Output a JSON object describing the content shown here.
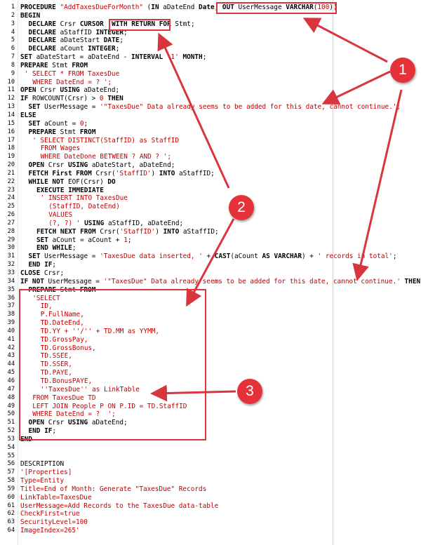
{
  "editor": {
    "lines": [
      {
        "n": "1",
        "i": 0,
        "t": [
          [
            "kw",
            "PROCEDURE"
          ],
          [
            "pl",
            " "
          ],
          [
            "str",
            "\"AddTaxesDueForMonth\""
          ],
          [
            "pl",
            " ("
          ],
          [
            "kw",
            "IN"
          ],
          [
            "pl",
            " aDateEnd "
          ],
          [
            "kw",
            "Date"
          ],
          [
            "pl",
            ", "
          ],
          [
            "kw",
            "OUT"
          ],
          [
            "pl",
            " UserMessage "
          ],
          [
            "kw",
            "VARCHAR"
          ],
          [
            "pl",
            "("
          ],
          [
            "num",
            "100"
          ],
          [
            "pl",
            "))"
          ]
        ]
      },
      {
        "n": "2",
        "i": 0,
        "t": [
          [
            "kw",
            "BEGIN"
          ]
        ]
      },
      {
        "n": "3",
        "i": 1,
        "t": [
          [
            "kw",
            "DECLARE"
          ],
          [
            "pl",
            " Crsr "
          ],
          [
            "kw",
            "CURSOR"
          ],
          [
            "pl",
            "  "
          ],
          [
            "kw",
            "WITH RETURN FOR"
          ],
          [
            "pl",
            " Stmt;"
          ]
        ]
      },
      {
        "n": "4",
        "i": 1,
        "t": [
          [
            "kw",
            "DECLARE"
          ],
          [
            "pl",
            " aStaffID "
          ],
          [
            "kw",
            "INTEGER"
          ],
          [
            "pl",
            ";"
          ]
        ]
      },
      {
        "n": "5",
        "i": 1,
        "t": [
          [
            "kw",
            "DECLARE"
          ],
          [
            "pl",
            " aDateStart "
          ],
          [
            "kw",
            "DATE"
          ],
          [
            "pl",
            ";"
          ]
        ]
      },
      {
        "n": "6",
        "i": 1,
        "t": [
          [
            "kw",
            "DECLARE"
          ],
          [
            "pl",
            " aCount "
          ],
          [
            "kw",
            "INTEGER"
          ],
          [
            "pl",
            ";"
          ]
        ]
      },
      {
        "n": "7",
        "i": 0,
        "t": [
          [
            "kw",
            "SET"
          ],
          [
            "pl",
            " aDateStart = aDateEnd - "
          ],
          [
            "kw",
            "INTERVAL"
          ],
          [
            "pl",
            " "
          ],
          [
            "str",
            "'1'"
          ],
          [
            "pl",
            " "
          ],
          [
            "kw",
            "MONTH"
          ],
          [
            "pl",
            ";"
          ]
        ]
      },
      {
        "n": "8",
        "i": 0,
        "t": [
          [
            "kw",
            "PREPARE"
          ],
          [
            "pl",
            " Stmt "
          ],
          [
            "kw",
            "FROM"
          ]
        ]
      },
      {
        "n": "9",
        "i": 0.5,
        "t": [
          [
            "str",
            "' SELECT * FROM TaxesDue"
          ]
        ]
      },
      {
        "n": "10",
        "i": 1.5,
        "t": [
          [
            "str",
            "WHERE DateEnd = ? ';"
          ]
        ]
      },
      {
        "n": "11",
        "i": 0,
        "t": [
          [
            "kw",
            "OPEN"
          ],
          [
            "pl",
            " Crsr "
          ],
          [
            "kw",
            "USING"
          ],
          [
            "pl",
            " aDateEnd;"
          ]
        ]
      },
      {
        "n": "12",
        "i": 0,
        "t": [
          [
            "kw",
            "IF"
          ],
          [
            "pl",
            " ROWCOUNT(Crsr) > "
          ],
          [
            "num",
            "0"
          ],
          [
            "pl",
            " "
          ],
          [
            "kw",
            "THEN"
          ]
        ]
      },
      {
        "n": "13",
        "i": 1,
        "t": [
          [
            "kw",
            "SET"
          ],
          [
            "pl",
            " UserMessage = "
          ],
          [
            "str",
            "'\"TaxesDue\" Data already seems to be added for this date, cannot continue.';"
          ]
        ]
      },
      {
        "n": "14",
        "i": 0,
        "t": [
          [
            "kw",
            "ELSE"
          ]
        ]
      },
      {
        "n": "15",
        "i": 1,
        "t": [
          [
            "kw",
            "SET"
          ],
          [
            "pl",
            " aCount = "
          ],
          [
            "num",
            "0"
          ],
          [
            "pl",
            ";"
          ]
        ]
      },
      {
        "n": "16",
        "i": 1,
        "t": [
          [
            "kw",
            "PREPARE"
          ],
          [
            "pl",
            " Stmt "
          ],
          [
            "kw",
            "FROM"
          ]
        ]
      },
      {
        "n": "17",
        "i": 1.5,
        "t": [
          [
            "str",
            "' SELECT DISTINCT(StaffID) as StaffID"
          ]
        ]
      },
      {
        "n": "18",
        "i": 2.5,
        "t": [
          [
            "str",
            "FROM Wages"
          ]
        ]
      },
      {
        "n": "19",
        "i": 2.5,
        "t": [
          [
            "str",
            "WHERE DateDone BETWEEN ? AND ? ';"
          ]
        ]
      },
      {
        "n": "20",
        "i": 1,
        "t": [
          [
            "kw",
            "OPEN"
          ],
          [
            "pl",
            " Crsr "
          ],
          [
            "kw",
            "USING"
          ],
          [
            "pl",
            " aDateStart, aDateEnd;"
          ]
        ]
      },
      {
        "n": "21",
        "i": 1,
        "t": [
          [
            "kw",
            "FETCH First FROM"
          ],
          [
            "pl",
            " Crsr("
          ],
          [
            "str",
            "'StaffID'"
          ],
          [
            "pl",
            ") "
          ],
          [
            "kw",
            "INTO"
          ],
          [
            "pl",
            " aStaffID;"
          ]
        ]
      },
      {
        "n": "22",
        "i": 1,
        "t": [
          [
            "kw",
            "WHILE NOT"
          ],
          [
            "pl",
            " EOF(Crsr) "
          ],
          [
            "kw",
            "DO"
          ]
        ]
      },
      {
        "n": "23",
        "i": 2,
        "t": [
          [
            "kw",
            "EXECUTE IMMEDIATE"
          ]
        ]
      },
      {
        "n": "24",
        "i": 2.5,
        "t": [
          [
            "str",
            "' INSERT INTO TaxesDue"
          ]
        ]
      },
      {
        "n": "25",
        "i": 3.5,
        "t": [
          [
            "str",
            "(StaffID, DateEnd)"
          ]
        ]
      },
      {
        "n": "26",
        "i": 3.5,
        "t": [
          [
            "str",
            "VALUES"
          ]
        ]
      },
      {
        "n": "27",
        "i": 3.5,
        "t": [
          [
            "str",
            "(?, ?) '"
          ],
          [
            "pl",
            " "
          ],
          [
            "kw",
            "USING"
          ],
          [
            "pl",
            " aStaffID, aDateEnd;"
          ]
        ]
      },
      {
        "n": "28",
        "i": 2,
        "t": [
          [
            "kw",
            "FETCH NEXT FROM"
          ],
          [
            "pl",
            " Crsr("
          ],
          [
            "str",
            "'StaffID'"
          ],
          [
            "pl",
            ") "
          ],
          [
            "kw",
            "INTO"
          ],
          [
            "pl",
            " aStaffID;"
          ]
        ]
      },
      {
        "n": "29",
        "i": 2,
        "t": [
          [
            "kw",
            "SET"
          ],
          [
            "pl",
            " aCount = aCount + "
          ],
          [
            "num",
            "1"
          ],
          [
            "pl",
            ";"
          ]
        ]
      },
      {
        "n": "30",
        "i": 2,
        "t": [
          [
            "kw",
            "END WHILE"
          ],
          [
            "pl",
            ";"
          ]
        ]
      },
      {
        "n": "31",
        "i": 1,
        "t": [
          [
            "kw",
            "SET"
          ],
          [
            "pl",
            " UserMessage = "
          ],
          [
            "str",
            "'TaxesDue data inserted, '"
          ],
          [
            "pl",
            " + "
          ],
          [
            "kw",
            "CAST"
          ],
          [
            "pl",
            "(aCount "
          ],
          [
            "kw",
            "AS VARCHAR"
          ],
          [
            "pl",
            ") + "
          ],
          [
            "str",
            "' records in total'"
          ],
          [
            "pl",
            ";"
          ]
        ]
      },
      {
        "n": "32",
        "i": 1,
        "t": [
          [
            "kw",
            "END IF"
          ],
          [
            "pl",
            ";"
          ]
        ]
      },
      {
        "n": "33",
        "i": 0,
        "t": [
          [
            "kw",
            "CLOSE"
          ],
          [
            "pl",
            " Crsr;"
          ]
        ]
      },
      {
        "n": "34",
        "i": 0,
        "t": [
          [
            "kw",
            "IF NOT"
          ],
          [
            "pl",
            " UserMessage = "
          ],
          [
            "str",
            "'\"TaxesDue\" Data already seems to be added for this date, cannot continue.'"
          ],
          [
            "pl",
            " "
          ],
          [
            "kw",
            "THEN"
          ]
        ]
      },
      {
        "n": "35",
        "i": 1,
        "t": [
          [
            "kw",
            "PREPARE"
          ],
          [
            "pl",
            " Stmt "
          ],
          [
            "kw",
            "FROM"
          ]
        ]
      },
      {
        "n": "36",
        "i": 1.5,
        "t": [
          [
            "str",
            "'SELECT"
          ]
        ]
      },
      {
        "n": "37",
        "i": 2.5,
        "t": [
          [
            "str",
            "ID,"
          ]
        ]
      },
      {
        "n": "38",
        "i": 2.5,
        "t": [
          [
            "str",
            "P.FullName,"
          ]
        ]
      },
      {
        "n": "39",
        "i": 2.5,
        "t": [
          [
            "str",
            "TD.DateEnd,"
          ]
        ]
      },
      {
        "n": "40",
        "i": 2.5,
        "t": [
          [
            "str",
            "TD.YY + ''/'' + TD.MM as YYMM,"
          ]
        ]
      },
      {
        "n": "41",
        "i": 2.5,
        "t": [
          [
            "str",
            "TD.GrossPay,"
          ]
        ]
      },
      {
        "n": "42",
        "i": 2.5,
        "t": [
          [
            "str",
            "TD.GrossBonus,"
          ]
        ]
      },
      {
        "n": "43",
        "i": 2.5,
        "t": [
          [
            "str",
            "TD.SSEE,"
          ]
        ]
      },
      {
        "n": "44",
        "i": 2.5,
        "t": [
          [
            "str",
            "TD.SSER,"
          ]
        ]
      },
      {
        "n": "45",
        "i": 2.5,
        "t": [
          [
            "str",
            "TD.PAYE,"
          ]
        ]
      },
      {
        "n": "46",
        "i": 2.5,
        "t": [
          [
            "str",
            "TD.BonusPAYE,"
          ]
        ]
      },
      {
        "n": "47",
        "i": 2.5,
        "t": [
          [
            "str",
            "''TaxesDue'' as LinkTable"
          ]
        ]
      },
      {
        "n": "48",
        "i": 1.5,
        "t": [
          [
            "str",
            "FROM TaxesDue TD"
          ]
        ]
      },
      {
        "n": "49",
        "i": 1.5,
        "t": [
          [
            "str",
            "LEFT JOIN People P ON P.ID = TD.StaffID"
          ]
        ]
      },
      {
        "n": "50",
        "i": 1.5,
        "t": [
          [
            "str",
            "WHERE DateEnd = ?  ';"
          ]
        ]
      },
      {
        "n": "51",
        "i": 1,
        "t": [
          [
            "kw",
            "OPEN"
          ],
          [
            "pl",
            " Crsr "
          ],
          [
            "kw",
            "USING"
          ],
          [
            "pl",
            " aDateEnd;"
          ]
        ]
      },
      {
        "n": "52",
        "i": 1,
        "t": [
          [
            "kw",
            "END IF"
          ],
          [
            "pl",
            ";"
          ]
        ]
      },
      {
        "n": "53",
        "i": 0,
        "t": [
          [
            "kw",
            "END"
          ]
        ]
      },
      {
        "n": "54",
        "i": 0,
        "t": []
      },
      {
        "n": "55",
        "i": 0,
        "t": []
      },
      {
        "n": "56",
        "i": 0,
        "t": [
          [
            "pl",
            "DESCRIPTION"
          ]
        ]
      },
      {
        "n": "57",
        "i": 0,
        "t": [
          [
            "str",
            "'[Properties]"
          ]
        ]
      },
      {
        "n": "58",
        "i": 0,
        "t": [
          [
            "str",
            "Type=Entity"
          ]
        ]
      },
      {
        "n": "59",
        "i": 0,
        "t": [
          [
            "str",
            "Title=End of Month: Generate \"TaxesDue\" Records"
          ]
        ]
      },
      {
        "n": "60",
        "i": 0,
        "t": [
          [
            "str",
            "LinkTable=TaxesDue"
          ]
        ]
      },
      {
        "n": "61",
        "i": 0,
        "t": [
          [
            "str",
            "UserMessage=Add Records to the TaxesDue data-table"
          ]
        ]
      },
      {
        "n": "62",
        "i": 0,
        "t": [
          [
            "str",
            "CheckFirst=true"
          ]
        ]
      },
      {
        "n": "63",
        "i": 0,
        "t": [
          [
            "str",
            "SecurityLevel=100"
          ]
        ]
      },
      {
        "n": "64",
        "i": 0,
        "t": [
          [
            "str",
            "ImageIndex=265'"
          ]
        ]
      }
    ]
  },
  "annotations": {
    "callout_1": "1",
    "callout_2": "2",
    "callout_3": "3",
    "accent_color": "#e53238"
  },
  "colors": {
    "keyword": "#000000",
    "string": "#c00000",
    "annotation": "#d9353d"
  }
}
